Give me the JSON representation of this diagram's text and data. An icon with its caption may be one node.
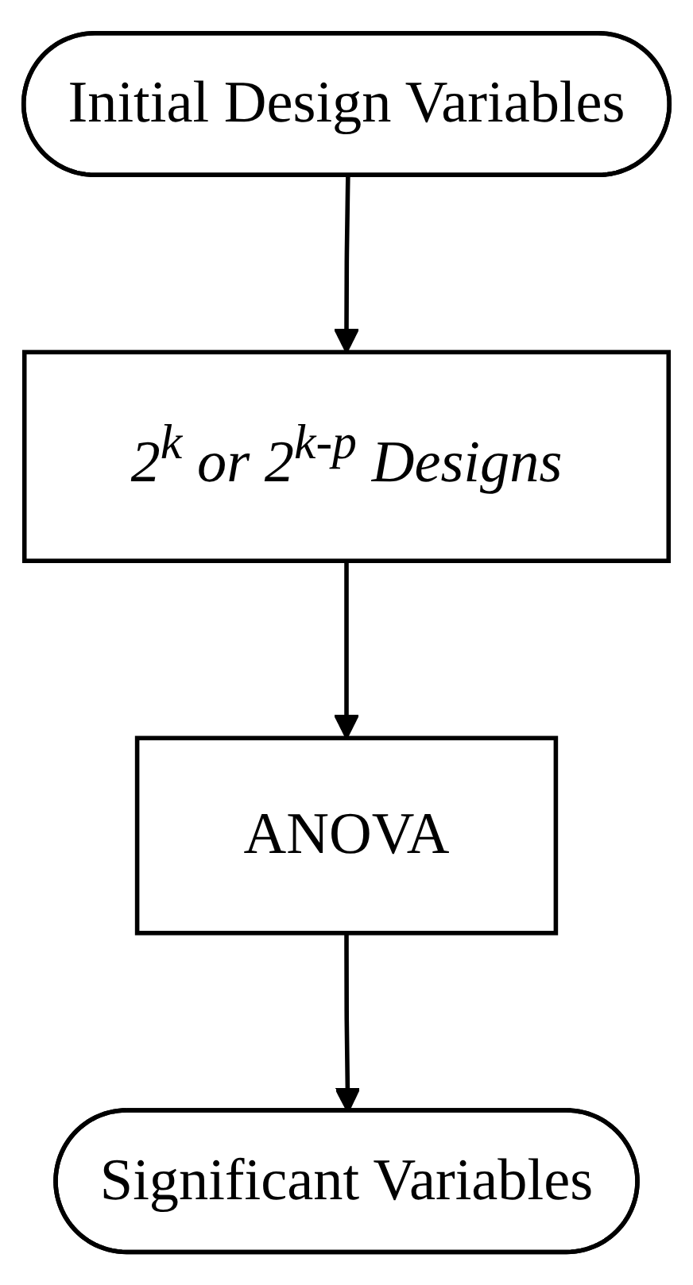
{
  "diagram": {
    "nodes": [
      {
        "text": [
          "Initial Design Variables"
        ]
      },
      {
        "text": [
          "2$^{k}$ or 2$^{k-p}$ Designs"
        ]
      },
      {
        "text": [
          "ANOVA"
        ]
      },
      {
        "text": [
          "Significant Variables"
        ]
      }
    ],
    "edges": [
      {
        "from": 0,
        "to": 1,
        "arrow": "to"
      },
      {
        "from": 1,
        "to": 2,
        "arrow": "to"
      },
      {
        "from": 2,
        "to": 3,
        "arrow": "to"
      }
    ]
  }
}
